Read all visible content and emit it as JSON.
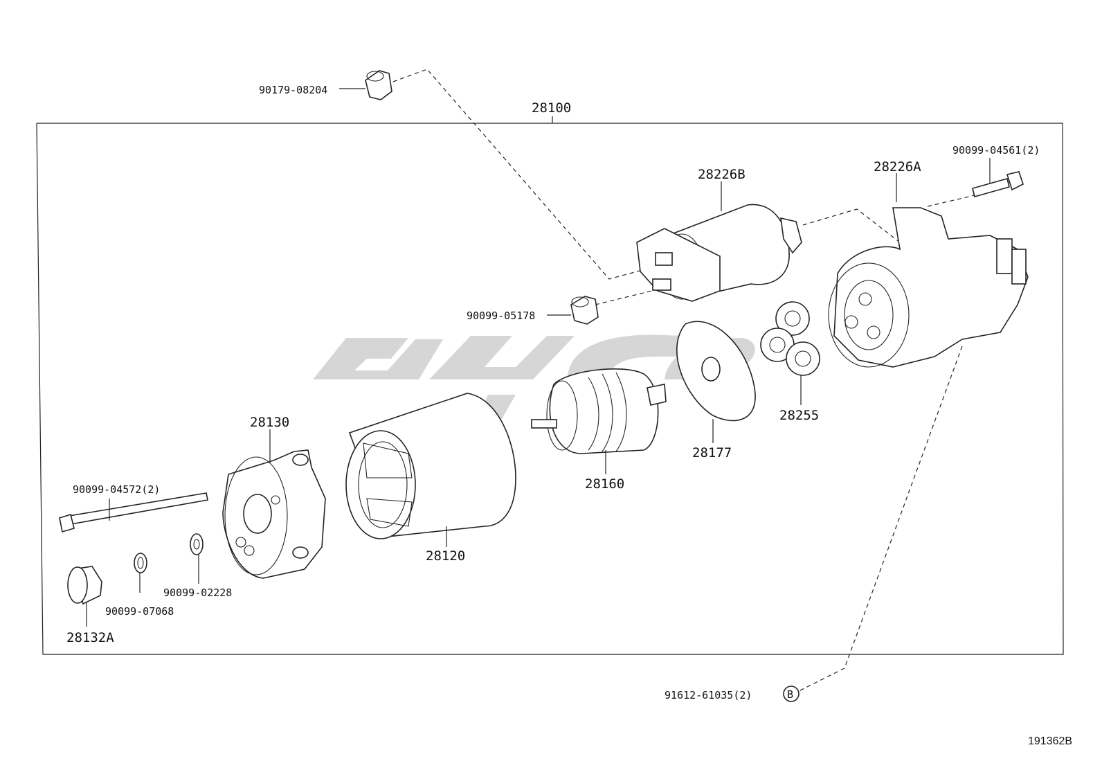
{
  "diagram": {
    "assembly_label": "28100",
    "figure_id": "191362B",
    "parts": [
      {
        "key": "p_90179_08204",
        "label": "90179-08204"
      },
      {
        "key": "p_28226b",
        "label": "28226B"
      },
      {
        "key": "p_28226a",
        "label": "28226A"
      },
      {
        "key": "p_90099_04561",
        "label": "90099-04561(2)"
      },
      {
        "key": "p_90099_05178",
        "label": "90099-05178"
      },
      {
        "key": "p_28255",
        "label": "28255"
      },
      {
        "key": "p_28177",
        "label": "28177"
      },
      {
        "key": "p_28160",
        "label": "28160"
      },
      {
        "key": "p_28130",
        "label": "28130"
      },
      {
        "key": "p_28120",
        "label": "28120"
      },
      {
        "key": "p_90099_04572",
        "label": "90099-04572(2)"
      },
      {
        "key": "p_90099_02228",
        "label": "90099-02228"
      },
      {
        "key": "p_90099_07068",
        "label": "90099-07068"
      },
      {
        "key": "p_28132a",
        "label": "28132A"
      },
      {
        "key": "p_91612_61035",
        "label": "91612-61035(2)"
      }
    ],
    "connector_mark": "B"
  }
}
